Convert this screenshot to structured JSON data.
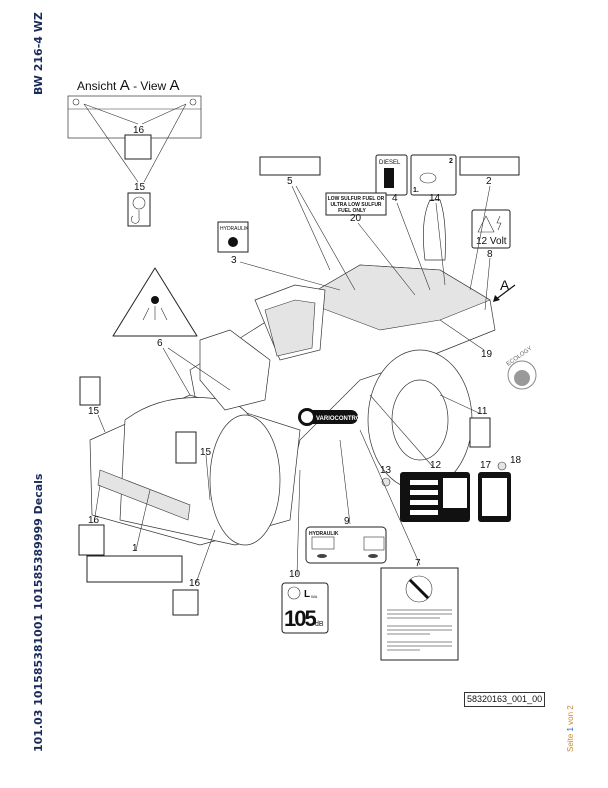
{
  "header": {
    "machine": "BW 216-4 WZ",
    "document": "101.03 101585381001 101585389999 Decals"
  },
  "footer": {
    "drawing_id": "58320163_001_00",
    "page_prefix": "Seite",
    "page_current": "1",
    "page_suffix": "von 2"
  },
  "view": {
    "title_prefix": "Ansicht",
    "letter": "A",
    "separator": "-",
    "title_en": "View",
    "letter_en": "A",
    "arrow_label": "A"
  },
  "decals": {
    "diesel": "DIESEL",
    "low_sulfur": [
      "LOW SULFUR FUEL OR",
      "ULTRA LOW SULFUR",
      "FUEL ONLY"
    ],
    "volt": "12 Volt",
    "hydraulik": "HYDRAULIK",
    "hydraulik_9": "HYDRAULIK",
    "lwa": "L",
    "lwa_sub": "WA",
    "sound_value": "105",
    "sound_unit": "dB",
    "variocontrol": "VARIOCONTROL",
    "ecology": "ECOLOGY",
    "lever_steps": [
      "1.",
      "2"
    ]
  },
  "callouts": {
    "c16a": "16",
    "c15a": "15",
    "c5": "5",
    "c4": "4",
    "c20": "20",
    "c14": "14",
    "c2": "2",
    "c8": "8",
    "c3": "3",
    "c6": "6",
    "c19": "19",
    "c15b": "15",
    "c15c": "15",
    "c11": "11",
    "c12": "12",
    "c13": "13",
    "c17": "17",
    "c18": "18",
    "c9": "9",
    "c16b": "16",
    "c1": "1",
    "c7": "7",
    "c10": "10",
    "c16c": "16"
  }
}
